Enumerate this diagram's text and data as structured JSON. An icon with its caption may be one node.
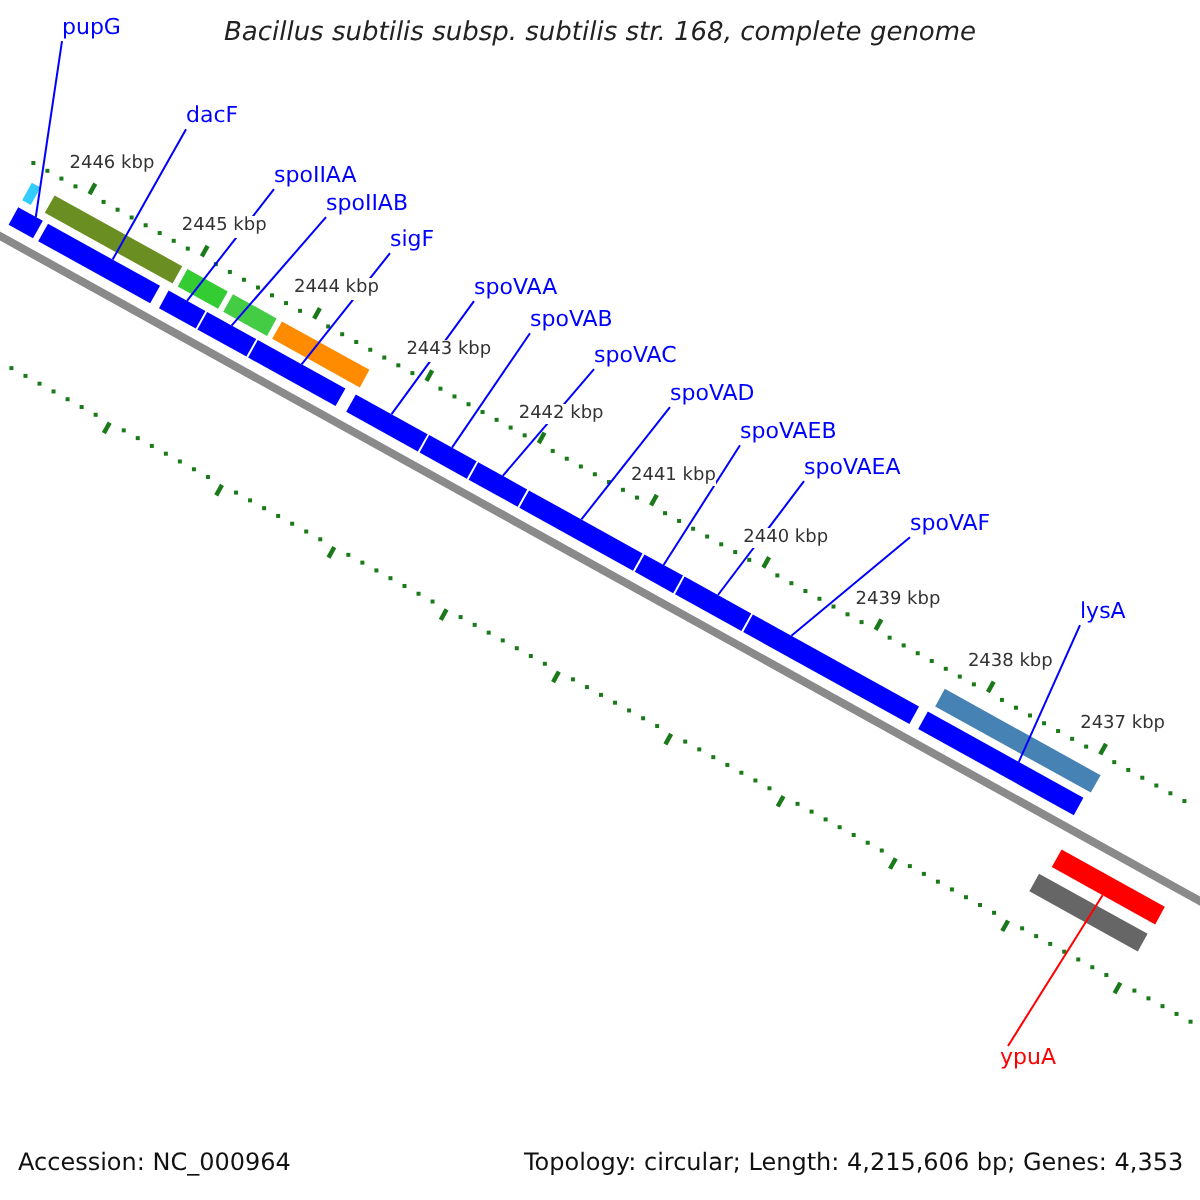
{
  "diagram": {
    "title": "Bacillus subtilis subsp. subtilis str. 168, complete genome",
    "nodes": [
      {
        "text": [
          "pupG"
        ]
      },
      {
        "text": [],
        "shape": "bar"
      },
      {
        "text": [
          "dacF"
        ]
      },
      {
        "text": [],
        "shape": "bar"
      },
      {
        "text": [
          "spoIIAA"
        ]
      },
      {
        "text": [],
        "shape": "bar"
      },
      {
        "text": [
          "spoIIAB"
        ]
      },
      {
        "text": [],
        "shape": "bar"
      },
      {
        "text": [
          "sigF"
        ]
      },
      {
        "text": [],
        "shape": "bar"
      },
      {
        "text": [
          "spoVAA"
        ]
      },
      {
        "text": [],
        "shape": "bar"
      },
      {
        "text": [
          "spoVAB"
        ]
      },
      {
        "text": [],
        "shape": "bar"
      },
      {
        "text": [
          "spoVAC"
        ]
      },
      {
        "text": [],
        "shape": "bar"
      },
      {
        "text": [
          "spoVAD"
        ]
      },
      {
        "text": [],
        "shape": "bar"
      },
      {
        "text": [
          "spoVAEB"
        ]
      },
      {
        "text": [],
        "shape": "bar"
      },
      {
        "text": [
          "spoVAEA"
        ]
      },
      {
        "text": [],
        "shape": "bar"
      },
      {
        "text": [
          "spoVAF"
        ]
      },
      {
        "text": [],
        "shape": "bar"
      },
      {
        "text": [
          "lysA"
        ]
      },
      {
        "text": [],
        "shape": "bar"
      },
      {
        "text": [
          "ypuA"
        ]
      },
      {
        "text": [],
        "shape": "bar"
      }
    ],
    "edges": [
      {
        "from": 0,
        "to": 1,
        "arrow": "none"
      },
      {
        "from": 2,
        "to": 3,
        "arrow": "none"
      },
      {
        "from": 4,
        "to": 5,
        "arrow": "none"
      },
      {
        "from": 6,
        "to": 7,
        "arrow": "none"
      },
      {
        "from": 8,
        "to": 9,
        "arrow": "none"
      },
      {
        "from": 10,
        "to": 11,
        "arrow": "none"
      },
      {
        "from": 12,
        "to": 13,
        "arrow": "none"
      },
      {
        "from": 14,
        "to": 15,
        "arrow": "none"
      },
      {
        "from": 16,
        "to": 17,
        "arrow": "none"
      },
      {
        "from": 18,
        "to": 19,
        "arrow": "none"
      },
      {
        "from": 20,
        "to": 21,
        "arrow": "none"
      },
      {
        "from": 22,
        "to": 23,
        "arrow": "none"
      },
      {
        "from": 24,
        "to": 25,
        "arrow": "none"
      },
      {
        "from": 26,
        "to": 27,
        "arrow": "none",
        "color": "#ff0000"
      }
    ],
    "labels": [
      "2446 kbp",
      "2445 kbp",
      "2444 kbp",
      "2443 kbp",
      "2442 kbp",
      "2441 kbp",
      "2440 kbp",
      "2439 kbp",
      "2438 kbp",
      "2437 kbp",
      "Accession: NC_000964",
      "Topology: circular; Length: 4,215,606 bp; Genes: 4,353"
    ]
  }
}
